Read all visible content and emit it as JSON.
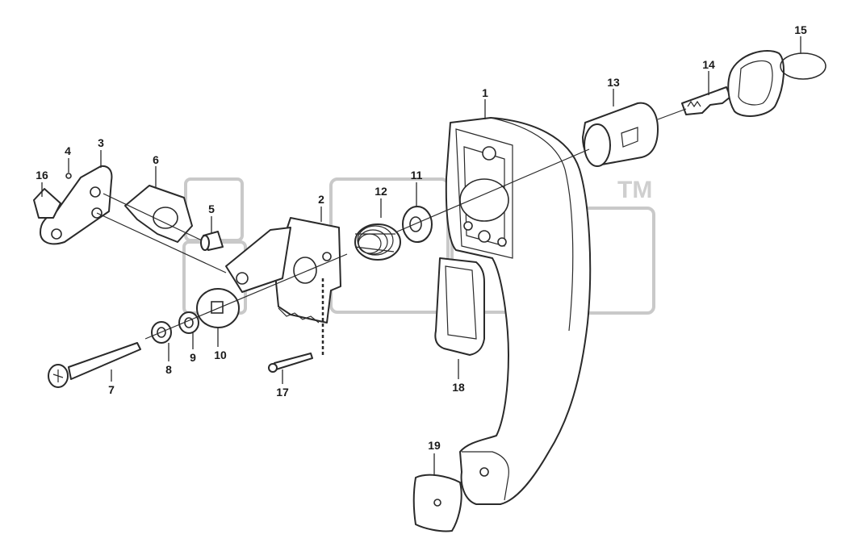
{
  "watermark": {
    "trademark": "TM"
  },
  "callouts": [
    {
      "id": "label-1",
      "text": "1"
    },
    {
      "id": "label-2",
      "text": "2"
    },
    {
      "id": "label-3",
      "text": "3"
    },
    {
      "id": "label-4",
      "text": "4"
    },
    {
      "id": "label-5",
      "text": "5"
    },
    {
      "id": "label-6",
      "text": "6"
    },
    {
      "id": "label-7",
      "text": "7"
    },
    {
      "id": "label-8",
      "text": "8"
    },
    {
      "id": "label-9",
      "text": "9"
    },
    {
      "id": "label-10",
      "text": "10"
    },
    {
      "id": "label-11",
      "text": "11"
    },
    {
      "id": "label-12",
      "text": "12"
    },
    {
      "id": "label-13",
      "text": "13"
    },
    {
      "id": "label-14",
      "text": "14"
    },
    {
      "id": "label-15",
      "text": "15"
    },
    {
      "id": "label-16",
      "text": "16"
    },
    {
      "id": "label-17",
      "text": "17"
    },
    {
      "id": "label-18",
      "text": "18"
    },
    {
      "id": "label-19",
      "text": "19"
    }
  ]
}
